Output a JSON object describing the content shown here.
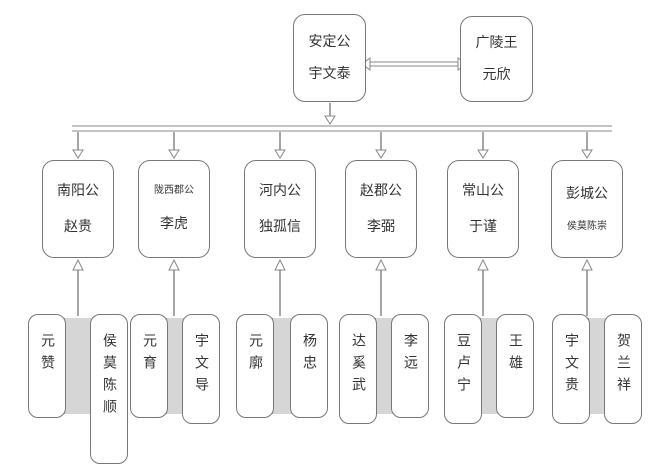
{
  "top": {
    "center": {
      "line1": "安定公",
      "line2": "宇文泰"
    },
    "right": {
      "line1": "广陵王",
      "line2": "元欣"
    }
  },
  "dukes": [
    {
      "title": "南阳公",
      "name": "赵贵",
      "left": "元赞",
      "right": "侯莫陈顺"
    },
    {
      "title": "陇西郡公",
      "name": "李虎",
      "left": "元育",
      "right": "宇文导"
    },
    {
      "title": "河内公",
      "name": "独孤信",
      "left": "元廓",
      "right": "杨忠"
    },
    {
      "title": "赵郡公",
      "name": "李弼",
      "left": "达奚武",
      "right": "李远"
    },
    {
      "title": "常山公",
      "name": "于谨",
      "left": "豆卢宁",
      "right": "王雄"
    },
    {
      "title": "彭城公",
      "name": "侯莫陈崇",
      "left": "宇文贵",
      "right": "贺兰祥"
    }
  ]
}
